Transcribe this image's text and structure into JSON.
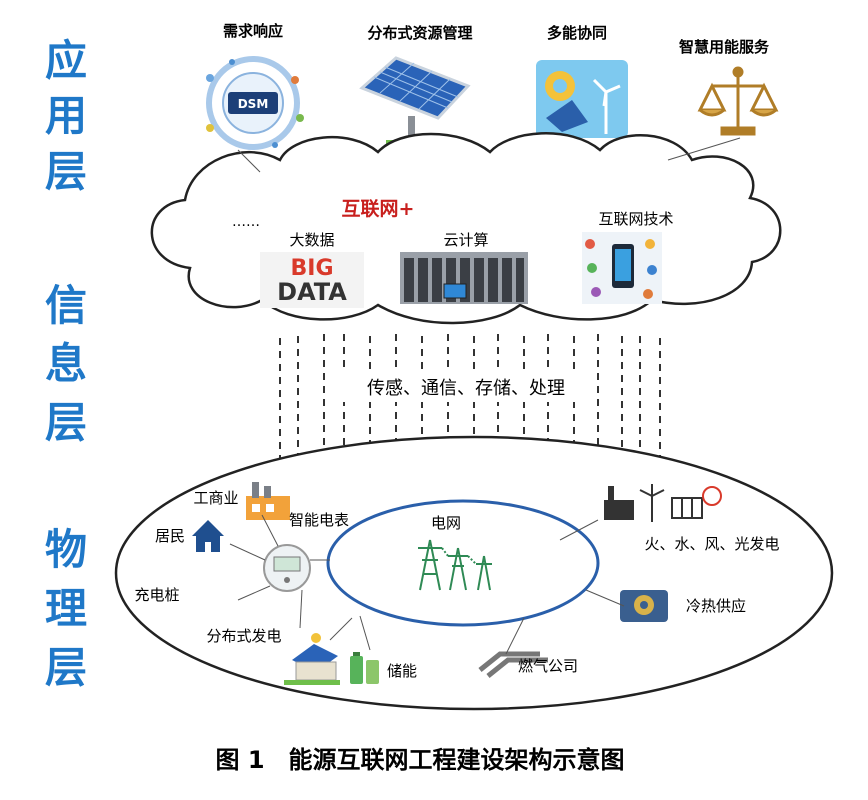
{
  "layers": [
    "应用层",
    "信息层",
    "物理层"
  ],
  "application_items": [
    "需求响应",
    "分布式资源管理",
    "多能协同",
    "智慧用能服务"
  ],
  "dsm_badge": "DSM",
  "cloud": {
    "title": "互联网+",
    "ellipsis": "……",
    "items": [
      "大数据",
      "云计算",
      "互联网技术"
    ],
    "big_word": "BIG",
    "data_word": "DATA"
  },
  "info_label": "传感、通信、存储、处理",
  "physical": {
    "center": "电网",
    "meter": "智能电表",
    "left_items": [
      "工商业",
      "居民",
      "充电桩",
      "分布式发电",
      "储能"
    ],
    "right_items": [
      "火、水、风、光发电",
      "冷热供应",
      "燃气公司"
    ]
  },
  "caption": "图 1　能源互联网工程建设架构示意图",
  "colors": {
    "layer_text": "#1f78c8",
    "title_red": "#c8201e",
    "line": "#333333"
  }
}
